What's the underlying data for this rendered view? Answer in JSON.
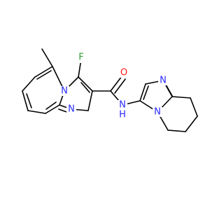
{
  "atoms": {
    "n1": "N",
    "f1": "F",
    "o1": "O",
    "n2": "N",
    "nh": "N",
    "h": "H",
    "n3": "N",
    "n4": "N"
  },
  "colors": {
    "bond": "#000000",
    "nitrogen": "#2a2aff",
    "oxygen": "#ff1a1a",
    "fluorine": "#2f9e2f",
    "background": "#ffffff"
  }
}
